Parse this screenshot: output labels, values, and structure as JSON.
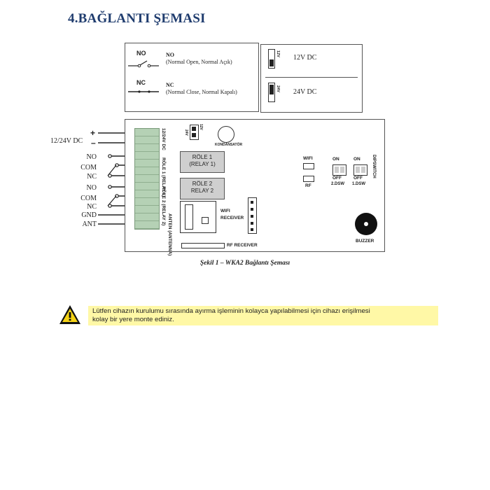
{
  "section_title": "4.BAĞLANTI ŞEMASI",
  "legend": {
    "no_symbol": "NO",
    "no_title": "NO",
    "no_desc": "(Normal Open, Normal Açık)",
    "nc_symbol": "NC",
    "nc_title": "NC",
    "nc_desc": "(Normal Close, Normal Kapalı)"
  },
  "voltage": {
    "jumper1_label": "12V",
    "v12": "12V DC",
    "jumper2_label": "24V",
    "v24": "24V DC"
  },
  "left_labels": {
    "power": "12/24V DC",
    "plus": "+",
    "minus": "–",
    "no1": "NO",
    "com1": "COM",
    "nc1": "NC",
    "no2": "NO",
    "com2": "COM",
    "nc2": "NC",
    "gnd": "GND",
    "ant": "ANT"
  },
  "board": {
    "terminal_power": "12/24V DC",
    "terminal_relay1": "RÖLE 1 (RELAY 1)",
    "terminal_relay2": "RÖLE 2 (RELAY 2)",
    "terminal_antenna": "ANTEN (ANTENNA)",
    "j_24v": "24V",
    "j_12v": "12V",
    "capacitor": "KONDANSATÖR",
    "relay1_line1": "RÖLE 1",
    "relay1_line2": "(RELAY 1)",
    "relay2_line1": "RÖLE 2",
    "relay2_line2": "RELAY 2",
    "wifi_receiver_line1": "WIFI",
    "wifi_receiver_line2": "RECEIVER",
    "rf_receiver": "RF RECEIVER",
    "wifi": "WIFI",
    "rf": "RF",
    "on1": "ON",
    "off1": "OFF",
    "dsw2": "2.DSW",
    "on2": "ON",
    "off2": "OFF",
    "dsw1": "1.DSW",
    "dipswitch": "DIPSWITCH",
    "buzzer": "BUZZER"
  },
  "caption": "Şekil 1 – WKA2 Bağlantı Şeması",
  "notice": {
    "line1": "Lütfen cihazın kurulumu sırasında ayırma işleminin kolayca yapılabilmesi için cihazı erişilmesi",
    "line2": "kolay  bir yere monte ediniz.",
    "icon_color": "#f5d316",
    "background": "#fff8a6"
  }
}
